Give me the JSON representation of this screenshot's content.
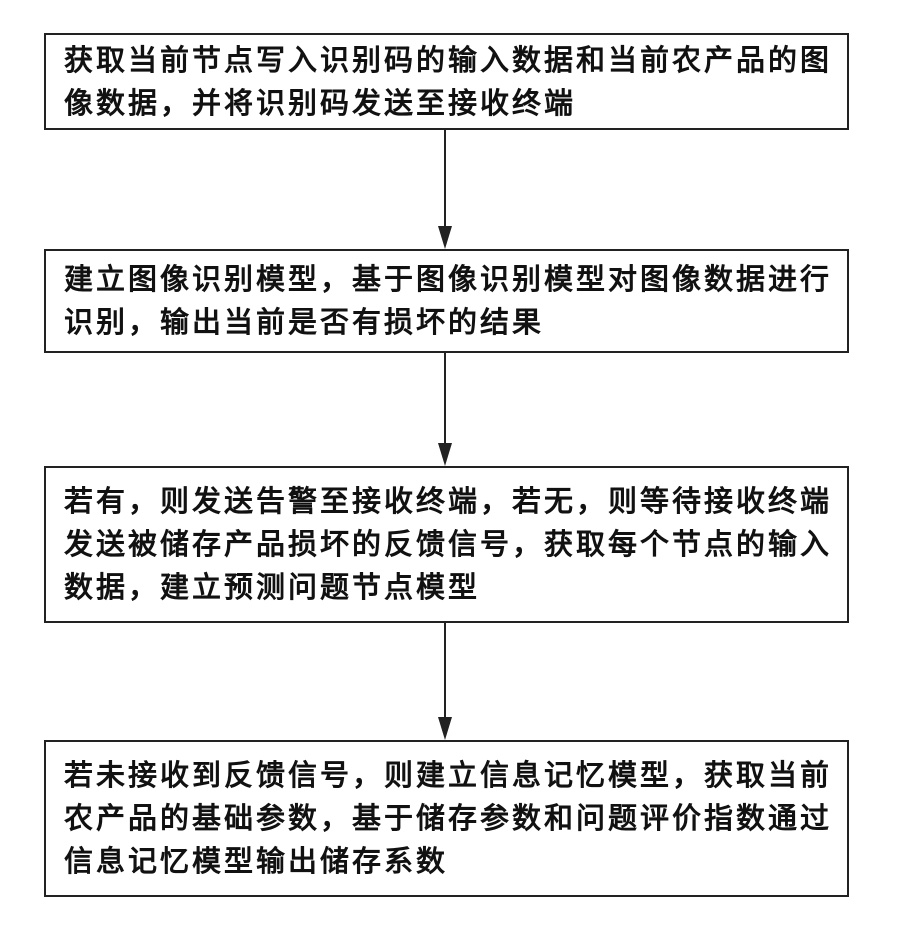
{
  "flowchart": {
    "steps": [
      {
        "text": "获取当前节点写入识别码的输入数据和当前农产品的图像数据，并将识别码发送至接收终端"
      },
      {
        "text": "建立图像识别模型，基于图像识别模型对图像数据进行识别，输出当前是否有损坏的结果"
      },
      {
        "text": "若有，则发送告警至接收终端，若无，则等待接收终端发送被储存产品损坏的反馈信号，获取每个节点的输入数据，建立预测问题节点模型"
      },
      {
        "text": "若未接收到反馈信号，则建立信息记忆模型，获取当前农产品的基础参数，基于储存参数和问题评价指数通过信息记忆模型输出储存系数"
      }
    ]
  }
}
